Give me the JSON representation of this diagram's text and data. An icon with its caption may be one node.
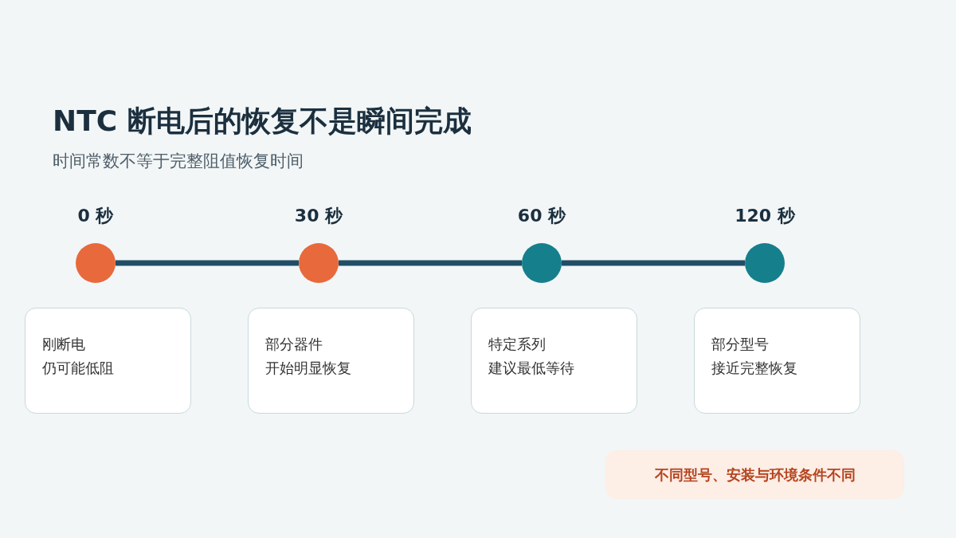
{
  "diagram": {
    "title": "NTC 断电后的恢复不是瞬间完成",
    "caption": "时间常数不等于完整阻值恢复时间",
    "nodes": [
      {
        "text": [],
        "shape": "circle",
        "beside": [
          "0 秒"
        ]
      },
      {
        "text": [],
        "shape": "circle",
        "beside": [
          "30 秒"
        ]
      },
      {
        "text": [],
        "shape": "circle",
        "beside": [
          "60 秒"
        ]
      },
      {
        "text": [],
        "shape": "circle",
        "beside": [
          "120 秒"
        ]
      },
      {
        "text": [
          "刚断电",
          "仍可能低阻"
        ]
      },
      {
        "text": [
          "部分器件",
          "开始明显恢复"
        ]
      },
      {
        "text": [
          "特定系列",
          "建议最低等待"
        ]
      },
      {
        "text": [
          "部分型号",
          "接近完整恢复"
        ]
      },
      {
        "text": [
          "不同型号、安装与环境条件不同"
        ]
      }
    ],
    "edges": [
      {
        "from": 0,
        "to": 1,
        "arrow": "none"
      },
      {
        "from": 1,
        "to": 2,
        "arrow": "none"
      },
      {
        "from": 2,
        "to": 3,
        "arrow": "none"
      }
    ]
  }
}
